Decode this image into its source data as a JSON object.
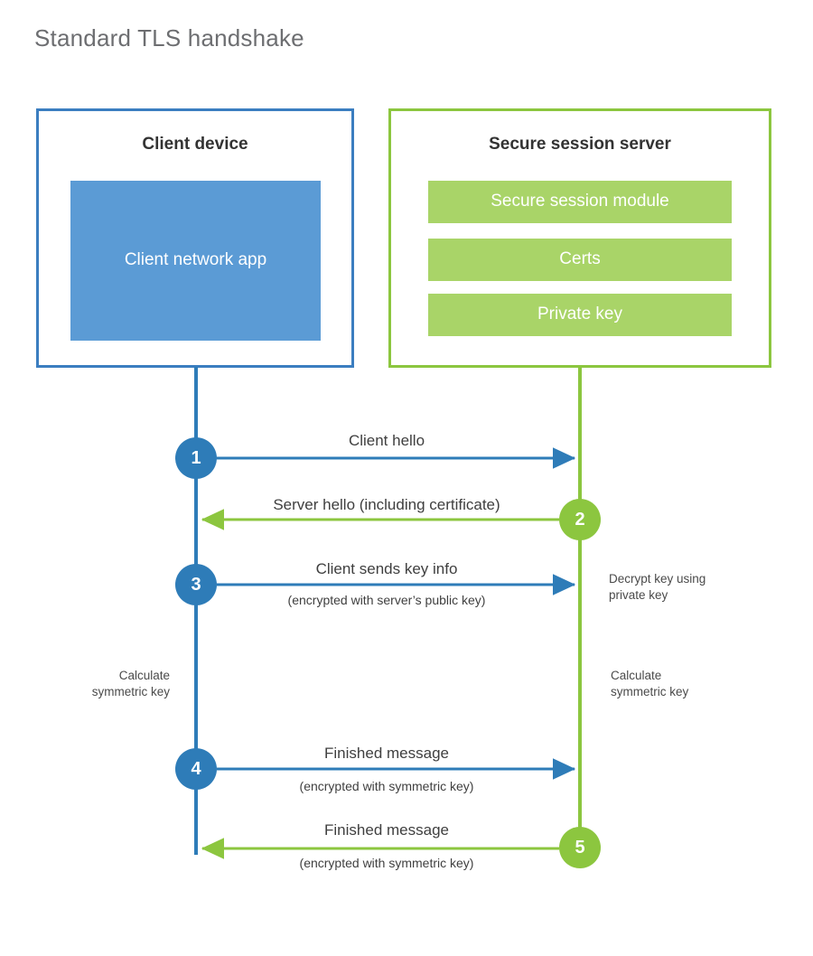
{
  "title": "Standard TLS handshake",
  "colors": {
    "client_border": "#3b7ec0",
    "client_fill": "#5b9bd5",
    "client_accent": "#2e7cb8",
    "server_border": "#8cc63f",
    "server_fill": "#a9d468",
    "server_accent": "#8cc63f",
    "text": "#3f3f3f",
    "title_text": "#6d6e71",
    "background": "#ffffff"
  },
  "client_panel": {
    "title": "Client device",
    "blocks": [
      {
        "label": "Client network app"
      }
    ]
  },
  "server_panel": {
    "title": "Secure session server",
    "blocks": [
      {
        "label": "Secure session module"
      },
      {
        "label": "Certs"
      },
      {
        "label": "Private key"
      }
    ]
  },
  "steps": [
    {
      "number": "1",
      "direction": "client-to-server",
      "actor": "client",
      "label": "Client hello",
      "sublabel": ""
    },
    {
      "number": "2",
      "direction": "server-to-client",
      "actor": "server",
      "label": "Server hello (including certificate)",
      "sublabel": ""
    },
    {
      "number": "3",
      "direction": "client-to-server",
      "actor": "client",
      "label": "Client sends key info",
      "sublabel": "(encrypted with server’s public key)"
    },
    {
      "number": "4",
      "direction": "client-to-server",
      "actor": "client",
      "label": "Finished message",
      "sublabel": "(encrypted with symmetric key)"
    },
    {
      "number": "5",
      "direction": "server-to-client",
      "actor": "server",
      "label": "Finished message",
      "sublabel": "(encrypted with symmetric key)"
    }
  ],
  "annotations": {
    "decrypt_note": "Decrypt key using\nprivate key",
    "client_calc_note": "Calculate\nsymmetric key",
    "server_calc_note": "Calculate\nsymmetric key"
  }
}
